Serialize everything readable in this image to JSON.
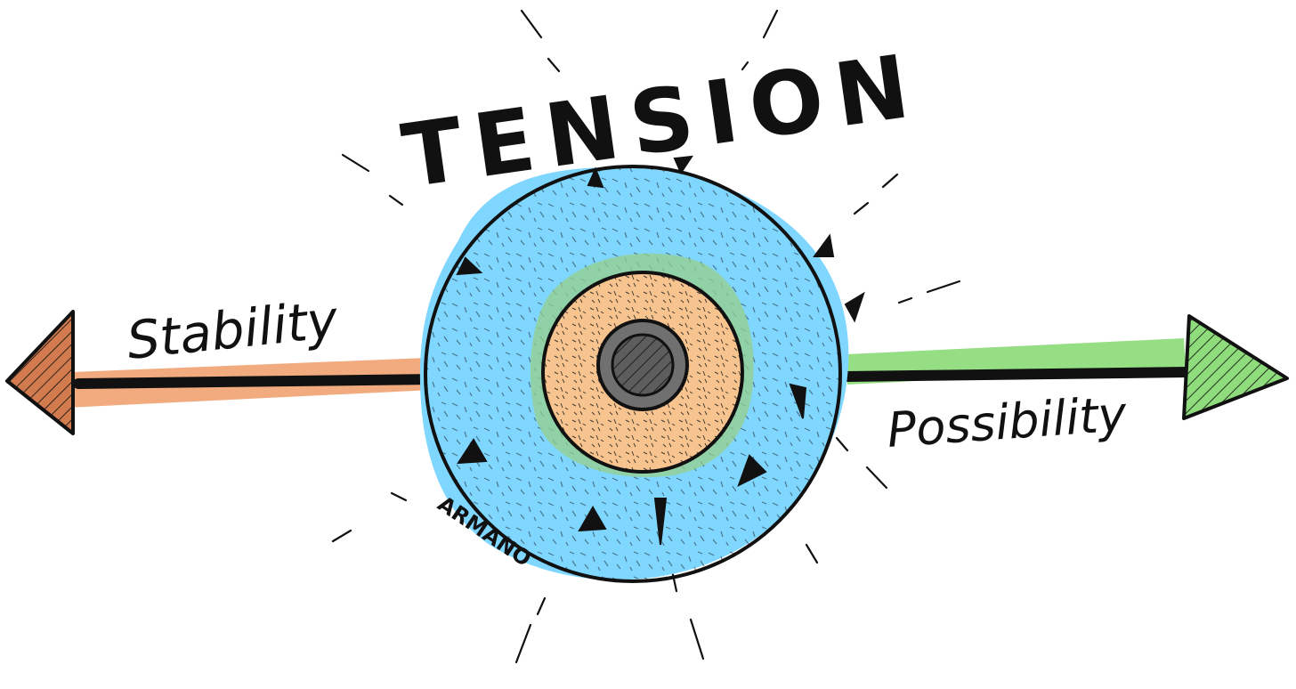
{
  "diagram": {
    "title": "TENSION",
    "left_label": "Stability",
    "right_label": "Possibility",
    "signature": "ARMANO",
    "colors": {
      "outer_ring": "#7fd6ff",
      "inner_ring": "#f7c48f",
      "inner_shadow": "#96cf8a",
      "core": "#707070",
      "left_arrow": "#f1a777",
      "right_arrow": "#8fdc7c",
      "ink": "#111111"
    }
  }
}
